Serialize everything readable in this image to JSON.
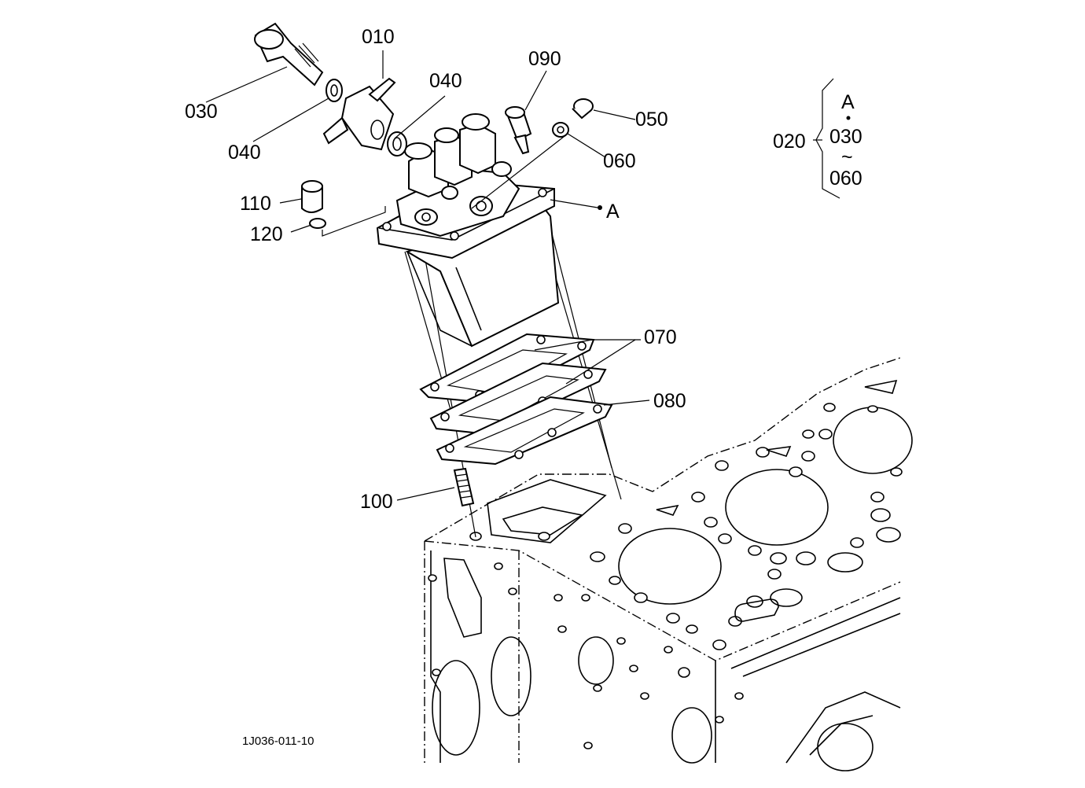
{
  "labels": {
    "p010": "010",
    "p020": "020",
    "p030": "030",
    "p040a": "040",
    "p040b": "040",
    "p050": "050",
    "p060": "060",
    "p070": "070",
    "p080": "080",
    "p090": "090",
    "p100": "100",
    "p110": "110",
    "p120": "120",
    "refA": "A"
  },
  "bracket": {
    "top": "A",
    "from": "030",
    "tilde": "~",
    "to": "060"
  },
  "drawing_code": "1J036-011-10"
}
